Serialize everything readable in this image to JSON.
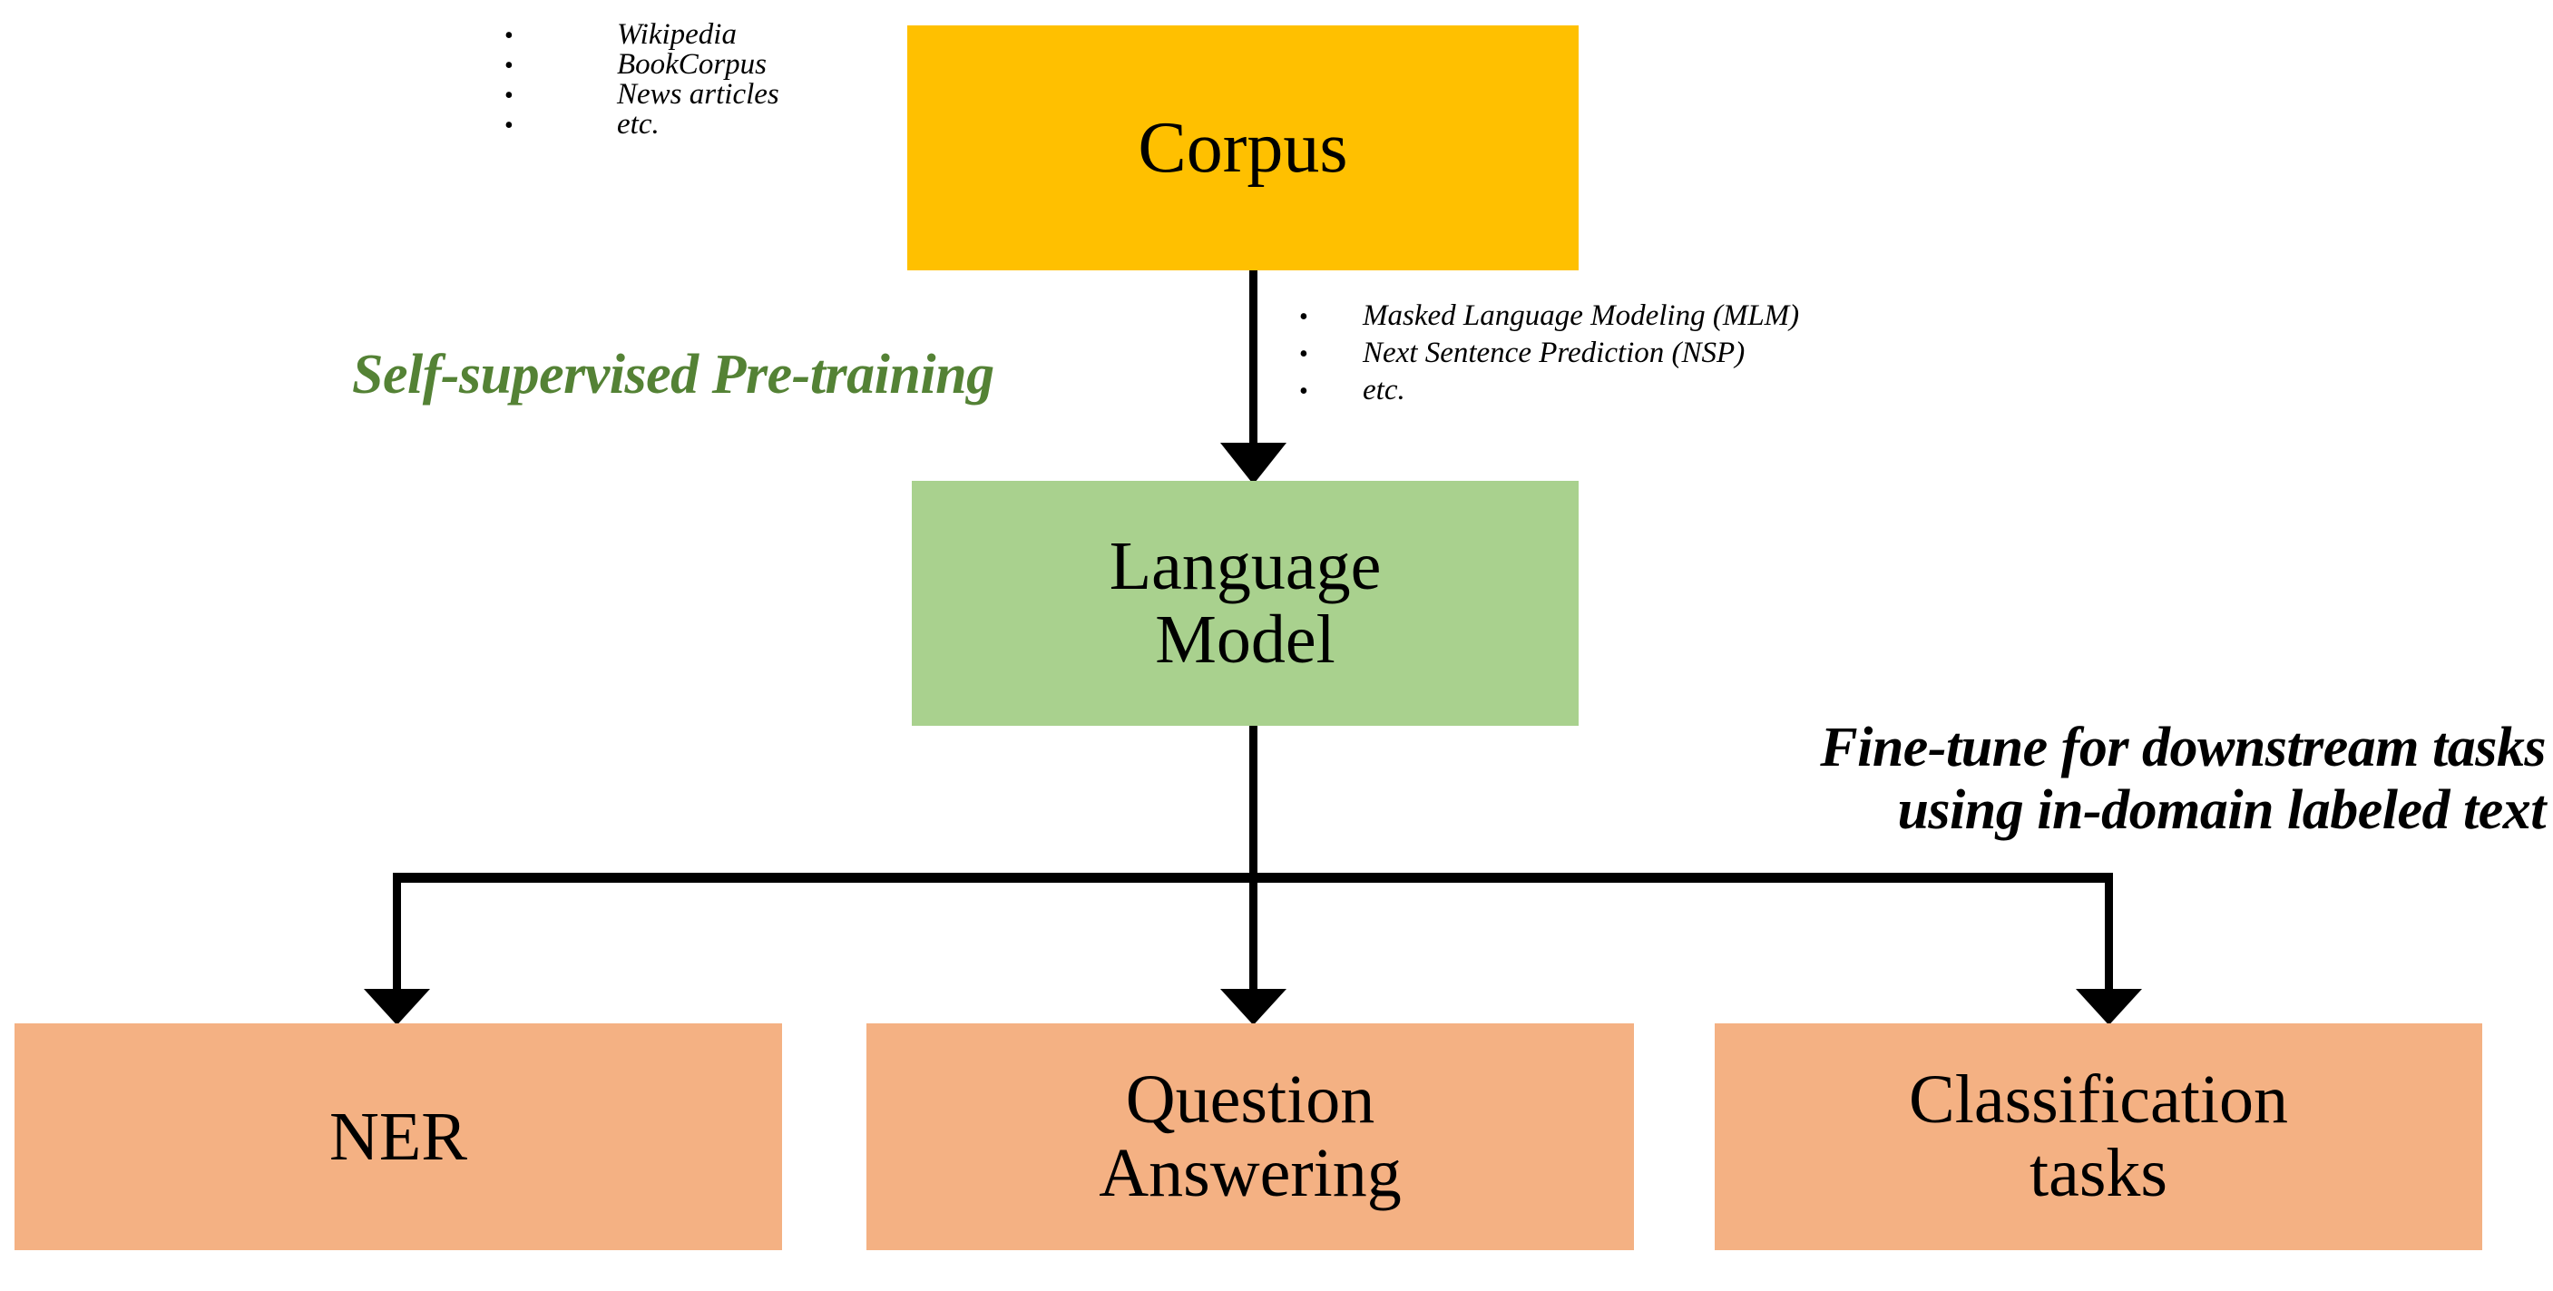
{
  "diagram": {
    "title": "Self-supervised pre-training and fine-tuning pipeline",
    "colors": {
      "corpus_fill": "#FFC000",
      "language_model_fill": "#A9D18E",
      "downstream_task_fill": "#F4B183",
      "pretraining_label_color": "#548235",
      "finetune_label_color": "#000000",
      "connector_color": "#000000",
      "background": "#FFFFFF"
    },
    "nodes": {
      "corpus": {
        "label": "Corpus"
      },
      "language_model": {
        "label": "Language\nModel"
      },
      "ner": {
        "label": "NER"
      },
      "question_answering": {
        "label": "Question\nAnswering"
      },
      "classification": {
        "label": "Classification\ntasks"
      }
    },
    "corpus_sources": {
      "bullet": "•",
      "items": [
        "Wikipedia",
        "BookCorpus",
        "News articles",
        "etc."
      ]
    },
    "pretraining_objectives": {
      "bullet": "•",
      "items": [
        "Masked Language Modeling (MLM)",
        "Next Sentence Prediction (NSP)",
        "etc."
      ]
    },
    "annotations": {
      "pretraining": "Self-supervised Pre-training",
      "finetuning": "Fine-tune for downstream tasks\nusing in-domain labeled text"
    },
    "edges": [
      {
        "from": "corpus",
        "to": "language_model",
        "style": "arrow-down"
      },
      {
        "from": "language_model",
        "to": "ner",
        "style": "elbow-arrow-down"
      },
      {
        "from": "language_model",
        "to": "question_answering",
        "style": "arrow-down"
      },
      {
        "from": "language_model",
        "to": "classification",
        "style": "elbow-arrow-down"
      }
    ]
  }
}
